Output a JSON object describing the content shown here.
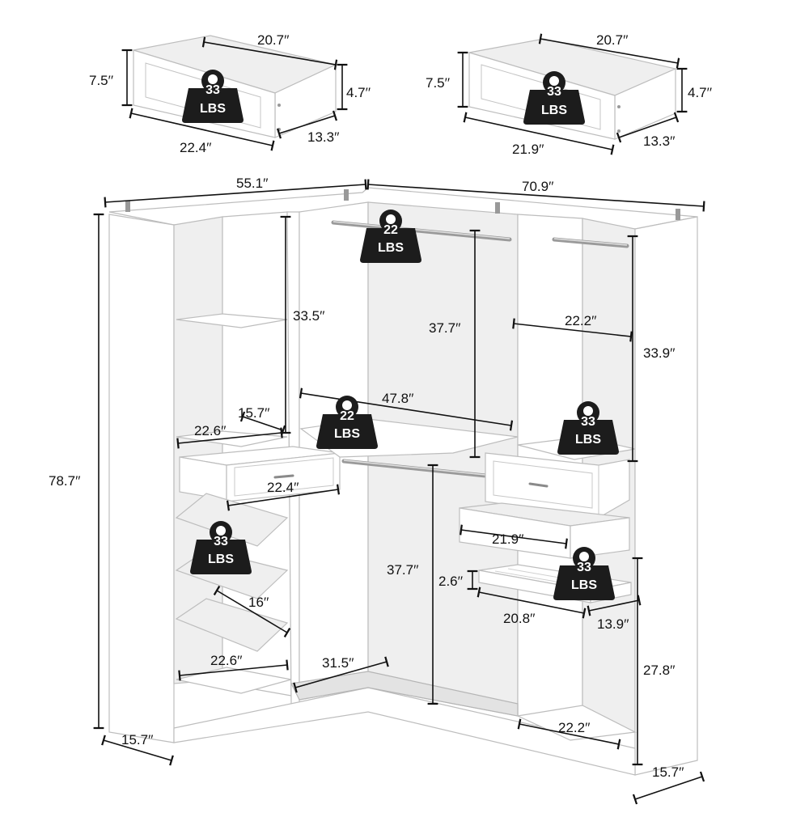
{
  "drawer_large": {
    "depth": "20.7′′",
    "front_height": "7.5′′",
    "side_height": "4.7′′",
    "width": "22.4′′",
    "length": "13.3′′",
    "weight_value": "33",
    "weight_unit": "LBS"
  },
  "drawer_small": {
    "depth": "20.7′′",
    "front_height": "7.5′′",
    "side_height": "4.7′′",
    "width": "21.9′′",
    "length": "13.3′′",
    "weight_value": "33",
    "weight_unit": "LBS"
  },
  "closet": {
    "overall_width_left": "55.1′′",
    "overall_width_right": "70.9′′",
    "overall_height": "78.7′′",
    "depth_left": "15.7′′",
    "depth_right": "15.7′′",
    "left_upper_height": "33.5′′",
    "left_shelf_depth": "15.7′′",
    "left_shelf_width": "22.6′′",
    "left_drawer_width": "22.4′′",
    "left_shoe_depth": "16′′",
    "left_bottom_width": "22.6′′",
    "middle_rod_height_top": "37.7′′",
    "middle_shelf_span": "47.8′′",
    "middle_rod_height_bottom": "37.7′′",
    "middle_bottom_depth": "31.5′′",
    "right_shelf_width": "22.2′′",
    "right_upper_height": "33.9′′",
    "right_drawer_width": "21.9′′",
    "right_tray_height": "2.6′′",
    "right_tray_width": "20.8′′",
    "right_tray_depth": "13.9′′",
    "right_lower_height": "27.8′′",
    "right_bottom_width": "22.2′′"
  },
  "weight_badges": [
    {
      "value": "22",
      "unit": "LBS"
    },
    {
      "value": "22",
      "unit": "LBS"
    },
    {
      "value": "33",
      "unit": "LBS"
    },
    {
      "value": "33",
      "unit": "LBS"
    },
    {
      "value": "33",
      "unit": "LBS"
    }
  ]
}
